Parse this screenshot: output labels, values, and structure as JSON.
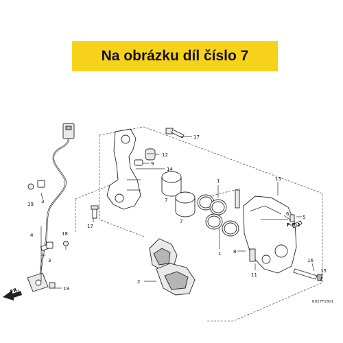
{
  "banner": {
    "text": "Na obrázku díl číslo 7"
  },
  "callouts": {
    "c1a": "1",
    "c1b": "1",
    "c2": "2",
    "c3a": "3",
    "c3b": "3",
    "c4": "4",
    "c5": "5",
    "c6": "6",
    "c7a": "7",
    "c7b": "7",
    "c8": "8",
    "c9": "9",
    "c11": "11",
    "c12": "12",
    "c13": "13",
    "c14": "14",
    "c15": "15",
    "c16": "16",
    "c17a": "17",
    "c17b": "17",
    "c18": "18",
    "c19a": "19",
    "c19b": "19"
  },
  "refs": {
    "f51": "F-5-1",
    "fr": "FR."
  },
  "drawing_code": "K027F1801"
}
